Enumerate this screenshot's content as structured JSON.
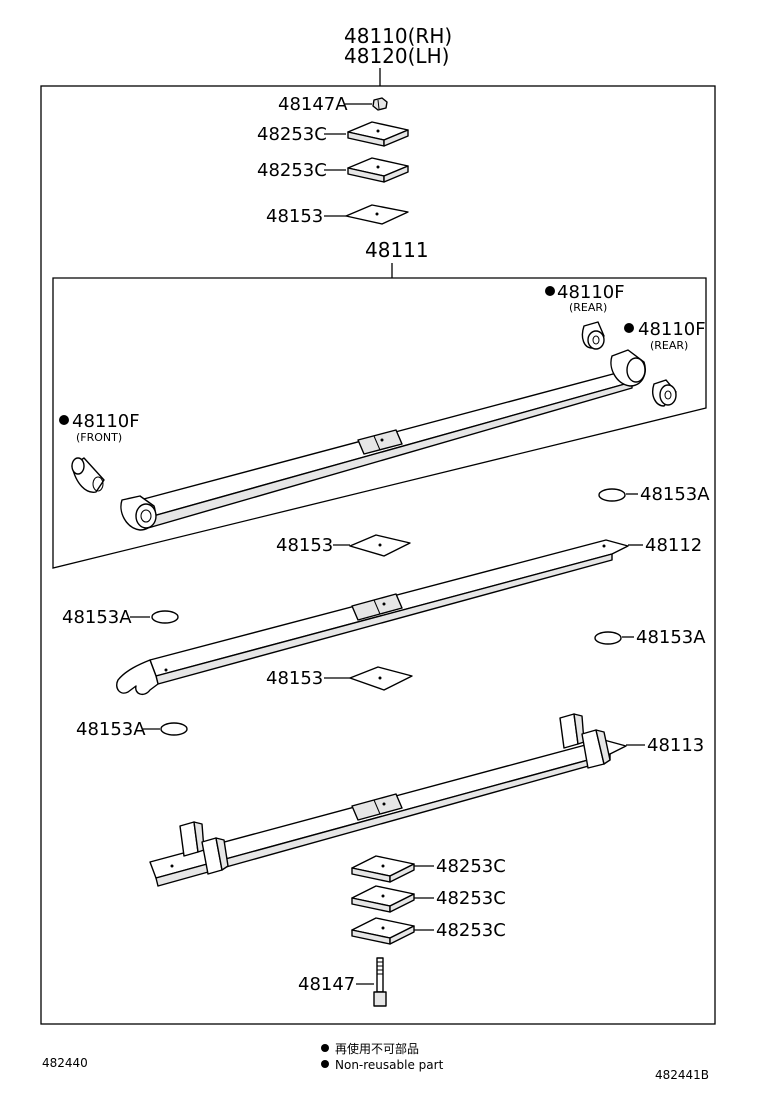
{
  "header": {
    "part_rh": "48110(RH)",
    "part_lh": "48120(LH)"
  },
  "labels": {
    "p48147A": "48147A",
    "p48253C_1": "48253C",
    "p48253C_2": "48253C",
    "p48153_1": "48153",
    "p48111": "48111",
    "p48110F_rear_1": "48110F",
    "rear_1": "(REAR)",
    "p48110F_rear_2": "48110F",
    "rear_2": "(REAR)",
    "p48110F_front": "48110F",
    "front": "(FRONT)",
    "p48153A_1": "48153A",
    "p48153_2": "48153",
    "p48112": "48112",
    "p48153A_2": "48153A",
    "p48153A_3": "48153A",
    "p48153_3": "48153",
    "p48153A_4": "48153A",
    "p48113": "48113",
    "p48253C_3": "48253C",
    "p48253C_4": "48253C",
    "p48253C_5": "48253C",
    "p48147": "48147"
  },
  "footer": {
    "legend_cn": "再使用不可部品",
    "legend_en": "Non-reusable part",
    "code_left": "482440",
    "code_right": "482441B"
  },
  "icons": [
    "non-reusable-dot-icon"
  ]
}
